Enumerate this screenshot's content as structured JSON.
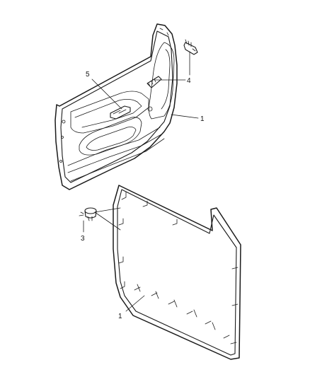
{
  "callouts": [
    {
      "id": "door-trim-panel",
      "number": "1"
    },
    {
      "id": "retainer-frame",
      "number": "1"
    },
    {
      "id": "push-pin-fastener",
      "number": "3"
    },
    {
      "id": "screw",
      "number": "4"
    },
    {
      "id": "window-switch-bezel",
      "number": "5"
    }
  ]
}
